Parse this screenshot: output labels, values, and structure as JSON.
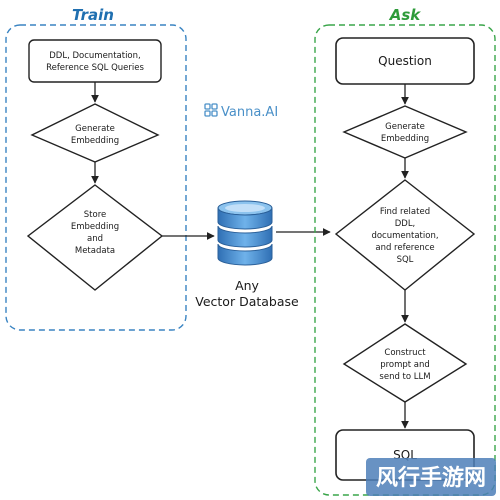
{
  "train": {
    "title": "Train",
    "title_color": "#1f6fb0",
    "frame_color": "#3a84c2",
    "steps": [
      "DDL, Documentation,",
      "Reference SQL Queries",
      "Generate",
      "Embedding",
      "Store",
      "Embedding",
      "and",
      "Metadata"
    ]
  },
  "ask": {
    "title": "Ask",
    "title_color": "#2e9b3a",
    "frame_color": "#3aa54a",
    "steps": [
      "Question",
      "Generate",
      "Embedding",
      "Find related",
      "DDL,",
      "documentation,",
      "and reference",
      "SQL",
      "Construct",
      "prompt and",
      "send to LLM",
      "SQL"
    ]
  },
  "brand": {
    "name": "Vanna.AI",
    "icon": "grid-logo-icon",
    "color": "#4a90c8"
  },
  "database": {
    "icon": "database-icon",
    "label_line1": "Any",
    "label_line2": "Vector Database",
    "color": "#3f86c9"
  },
  "watermark": {
    "text": "风行手游网"
  }
}
